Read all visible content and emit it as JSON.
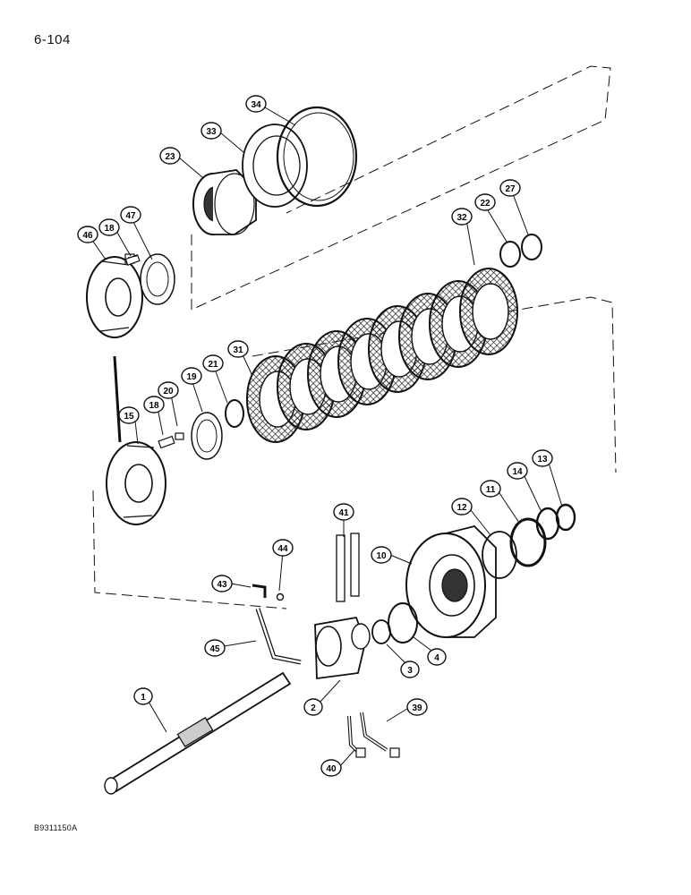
{
  "page_number": "6-104",
  "figure_code": "B9311150A",
  "callouts": [
    "34",
    "33",
    "23",
    "47",
    "18",
    "46",
    "32",
    "22",
    "27",
    "31",
    "21",
    "19",
    "20",
    "18",
    "15",
    "41",
    "44",
    "43",
    "45",
    "12",
    "11",
    "14",
    "13",
    "10",
    "4",
    "3",
    "2",
    "39",
    "1",
    "40"
  ],
  "colors": {
    "ink": "#111111",
    "paper": "#ffffff",
    "shade": "#555555"
  }
}
